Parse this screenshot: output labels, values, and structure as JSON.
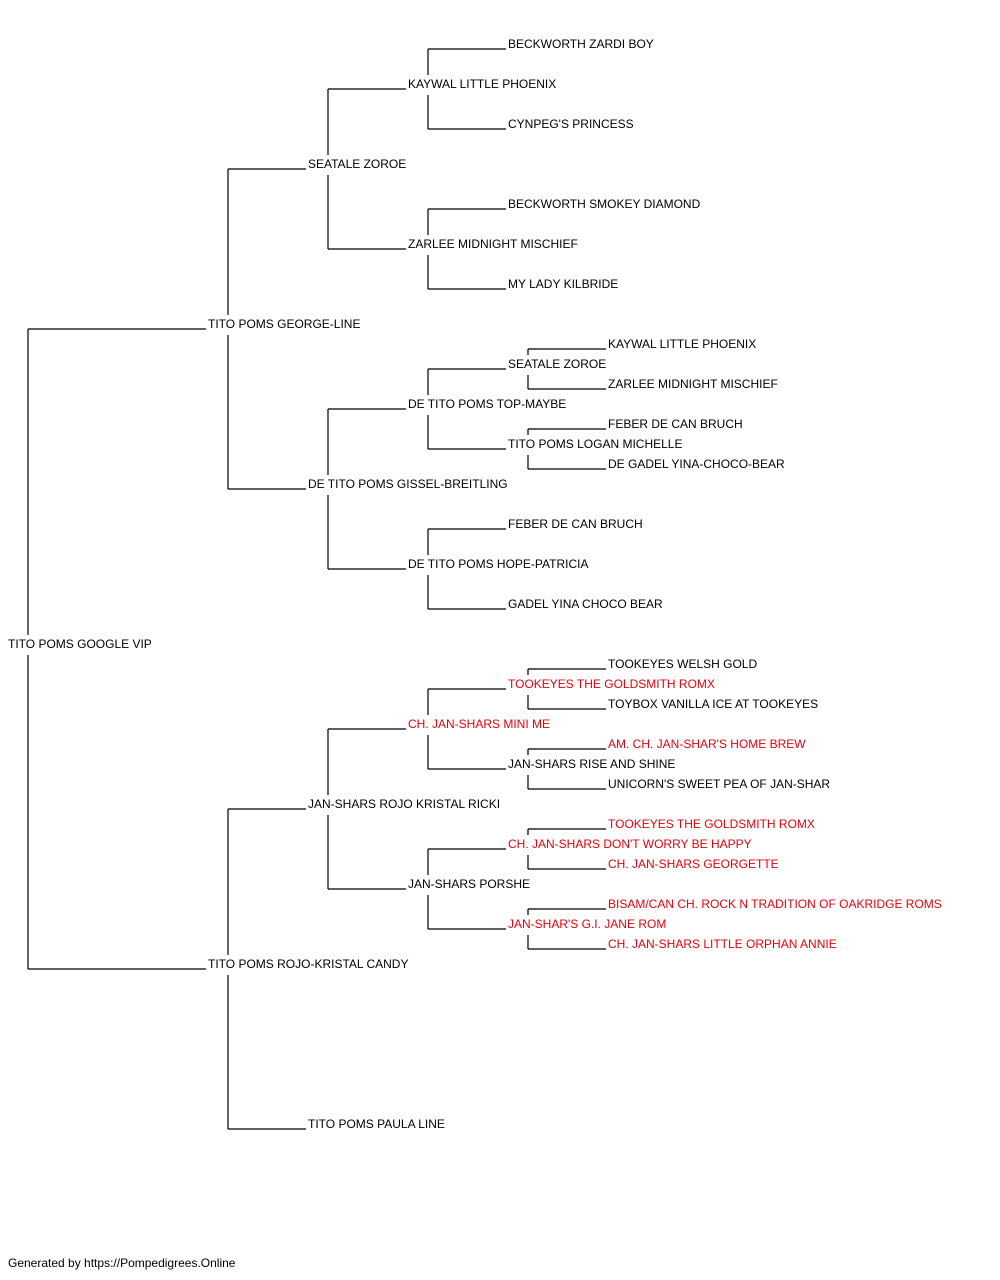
{
  "colors": {
    "normal": "#000000",
    "champion": "#e8000b",
    "line": "#000000",
    "background": "#ffffff"
  },
  "pedigree": {
    "name": "TITO POMS GOOGLE VIP",
    "champion": false,
    "sire": {
      "name": "TITO POMS GEORGE-LINE",
      "champion": false,
      "sire": {
        "name": "SEATALE ZOROE",
        "champion": false,
        "sire": {
          "name": "KAYWAL LITTLE PHOENIX",
          "champion": false,
          "sire": {
            "name": "BECKWORTH ZARDI BOY",
            "champion": false
          },
          "dam": {
            "name": "CYNPEG'S PRINCESS",
            "champion": false
          }
        },
        "dam": {
          "name": "ZARLEE MIDNIGHT MISCHIEF",
          "champion": false,
          "sire": {
            "name": "BECKWORTH SMOKEY DIAMOND",
            "champion": false
          },
          "dam": {
            "name": "MY LADY KILBRIDE",
            "champion": false
          }
        }
      },
      "dam": {
        "name": "DE TITO POMS GISSEL-BREITLING",
        "champion": false,
        "sire": {
          "name": "DE TITO POMS TOP-MAYBE",
          "champion": false,
          "sire": {
            "name": "SEATALE ZOROE",
            "champion": false,
            "sire": {
              "name": "KAYWAL LITTLE PHOENIX",
              "champion": false
            },
            "dam": {
              "name": "ZARLEE MIDNIGHT MISCHIEF",
              "champion": false
            }
          },
          "dam": {
            "name": "TITO POMS LOGAN MICHELLE",
            "champion": false,
            "sire": {
              "name": "FEBER DE CAN BRUCH",
              "champion": false
            },
            "dam": {
              "name": "DE GADEL YINA-CHOCO-BEAR",
              "champion": false
            }
          }
        },
        "dam": {
          "name": "DE TITO POMS HOPE-PATRICIA",
          "champion": false,
          "sire": {
            "name": "FEBER DE CAN BRUCH",
            "champion": false
          },
          "dam": {
            "name": "GADEL YINA CHOCO BEAR",
            "champion": false
          }
        }
      }
    },
    "dam": {
      "name": "TITO POMS ROJO-KRISTAL CANDY",
      "champion": false,
      "sire": {
        "name": "JAN-SHARS ROJO KRISTAL RICKI",
        "champion": false,
        "sire": {
          "name": "CH. JAN-SHARS MINI ME",
          "champion": true,
          "sire": {
            "name": "TOOKEYES THE GOLDSMITH ROMX",
            "champion": true,
            "sire": {
              "name": "TOOKEYES WELSH GOLD",
              "champion": false
            },
            "dam": {
              "name": "TOYBOX VANILLA ICE AT TOOKEYES",
              "champion": false
            }
          },
          "dam": {
            "name": "JAN-SHARS RISE AND SHINE",
            "champion": false,
            "sire": {
              "name": "AM. CH. JAN-SHAR'S HOME BREW",
              "champion": true
            },
            "dam": {
              "name": "UNICORN'S SWEET PEA OF JAN-SHAR",
              "champion": false
            }
          }
        },
        "dam": {
          "name": "JAN-SHARS PORSHE",
          "champion": false,
          "sire": {
            "name": "CH. JAN-SHARS DON'T WORRY BE HAPPY",
            "champion": true,
            "sire": {
              "name": "TOOKEYES THE GOLDSMITH ROMX",
              "champion": true
            },
            "dam": {
              "name": "CH. JAN-SHARS GEORGETTE",
              "champion": true
            }
          },
          "dam": {
            "name": "JAN-SHAR'S G.I. JANE ROM",
            "champion": true,
            "sire": {
              "name": "BISAM/CAN CH. ROCK N TRADITION OF OAKRIDGE ROMS",
              "champion": true
            },
            "dam": {
              "name": "CH. JAN-SHARS LITTLE ORPHAN ANNIE",
              "champion": true
            }
          }
        }
      },
      "dam": {
        "name": "TITO POMS PAULA LINE",
        "champion": false
      }
    }
  },
  "footer": {
    "text": "Generated by https://Pompedigrees.Online"
  }
}
